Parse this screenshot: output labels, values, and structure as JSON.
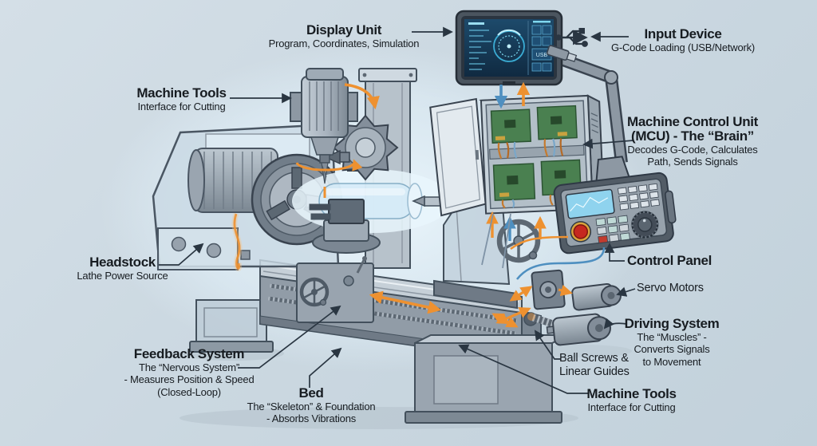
{
  "diagram_title_implicit": "CNC lathe components diagram",
  "colors": {
    "background": "#ccd8e1",
    "signal_orange": "#ee9130",
    "signal_blue": "#4e8fc0",
    "pcb_green": "#47824a",
    "estop_red": "#c6271f",
    "screen_blue": "#14344e",
    "label_text": "#171c21",
    "leader_line": "#2a3642"
  },
  "labels": {
    "display_unit": {
      "title": "Display Unit",
      "subtitle": "Program, Coordinates, Simulation"
    },
    "input_device": {
      "title": "Input Device",
      "subtitle": "G-Code Loading (USB/Network)"
    },
    "machine_tools_top": {
      "title": "Machine Tools",
      "subtitle": "Interface for Cutting"
    },
    "mcu": {
      "title_line1": "Machine Control Unit",
      "title_line2": "(MCU) - The “Brain”",
      "subtitle_line1": "Decodes G-Code, Calculates",
      "subtitle_line2": "Path, Sends Signals"
    },
    "headstock": {
      "title": "Headstock",
      "subtitle": "Lathe Power Source"
    },
    "control_panel": {
      "title": "Control Panel"
    },
    "servo_motors": {
      "title": "Servo Motors"
    },
    "driving_system": {
      "title": "Driving System",
      "subtitle_line1": "The “Muscles” -",
      "subtitle_line2": "Converts Signals",
      "subtitle_line3": "to Movement"
    },
    "ball_screws": {
      "line1": "Ball Screws &",
      "line2": "Linear Guides"
    },
    "machine_tools_bottom": {
      "title": "Machine Tools",
      "subtitle": "Interface for Cutting"
    },
    "feedback_system": {
      "title": "Feedback System",
      "subtitle_line1": "The “Nervous System”",
      "subtitle_line2": "- Measures Position & Speed",
      "subtitle_line3": "(Closed-Loop)"
    },
    "bed": {
      "title": "Bed",
      "subtitle_line1": "The “Skeleton” & Foundation",
      "subtitle_line2": "- Absorbs Vibrations"
    }
  },
  "monitor": {
    "usb_label": "USB"
  }
}
